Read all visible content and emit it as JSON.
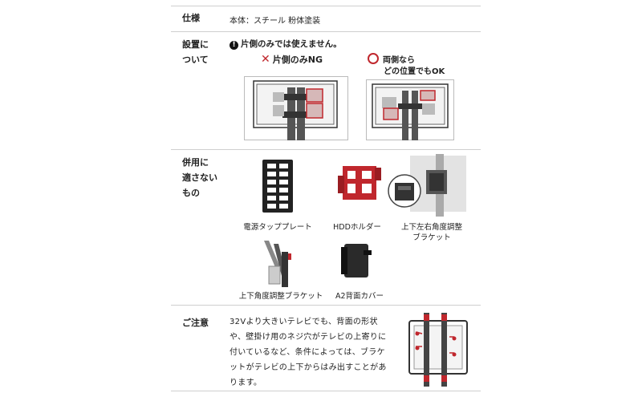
{
  "rows": [
    {
      "label": "仕様",
      "value": "本体：スチール 粉体塗装"
    },
    {
      "label_lines": [
        "設置に",
        "ついて"
      ],
      "note": "片側のみでは使えません。",
      "ng_label": "片側のみNG",
      "ok_lines": [
        "両側なら",
        "どの位置でもOK"
      ]
    },
    {
      "label_lines": [
        "併用に",
        "適さない",
        "もの"
      ],
      "products": [
        {
          "name": "電源タッププレート"
        },
        {
          "name": "HDDホルダー"
        },
        {
          "name_lines": [
            "上下左右角度調整",
            "ブラケット"
          ]
        },
        {
          "name": "上下角度調整ブラケット"
        },
        {
          "name": "A2背面カバー"
        }
      ]
    },
    {
      "label": "ご注意",
      "text_lines": [
        "32Vより大きいテレビでも、背面の形状",
        "や、壁掛け用のネジ穴がテレビの上寄りに",
        "付いているなど、条件によっては、ブラケ",
        "ットがテレビの上下からはみ出すことがあ",
        "ります。"
      ]
    }
  ],
  "colors": {
    "accent_red": "#c0272d",
    "divider": "#cfcfcf",
    "text": "#222222"
  },
  "icons": [
    "exclamation-icon",
    "cross-mark-icon",
    "circle-mark-icon"
  ]
}
